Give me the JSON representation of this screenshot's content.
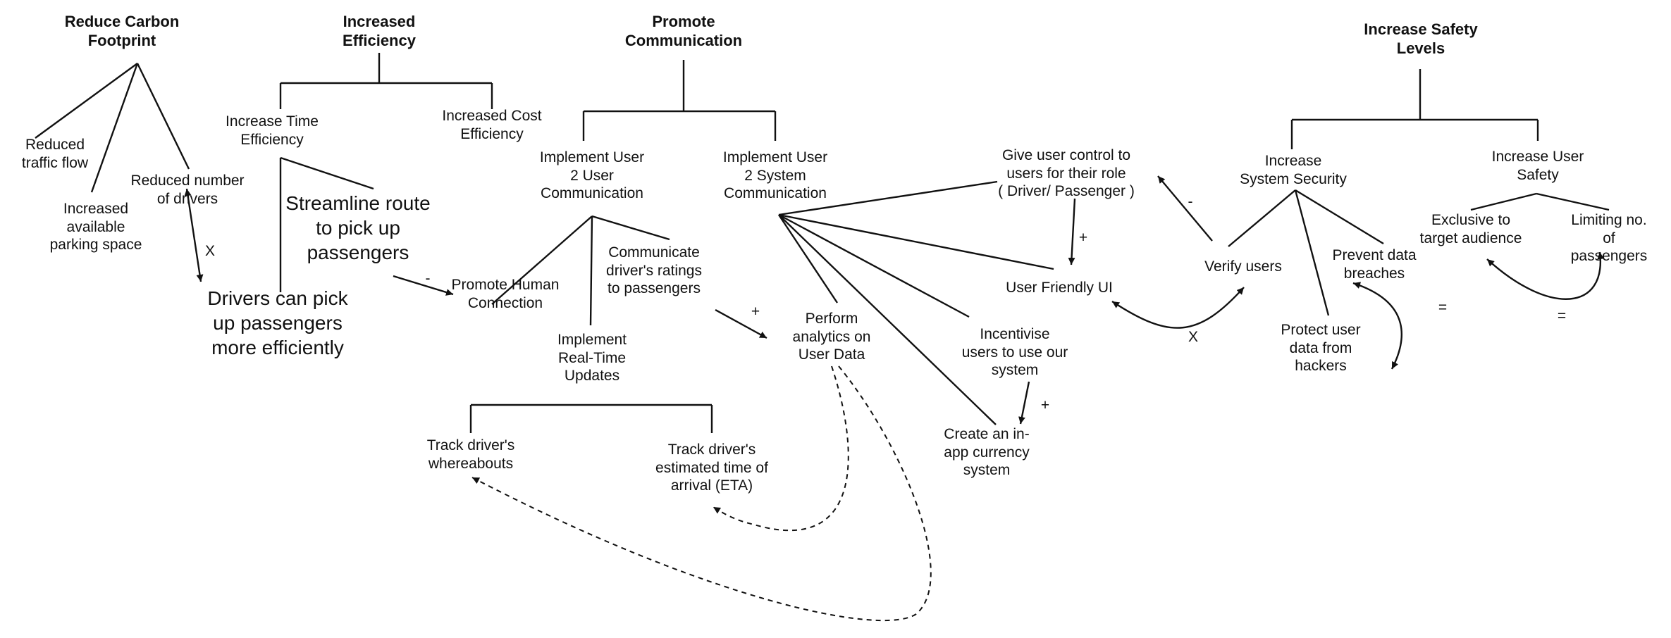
{
  "headings": {
    "carbon": "Reduce Carbon\nFootprint",
    "efficiency": "Increased\nEfficiency",
    "communication": "Promote\nCommunication",
    "safety": "Increase Safety\nLevels"
  },
  "carbon": {
    "traffic": "Reduced\ntraffic flow",
    "parking": "Increased\navailable\nparking space",
    "drivers": "Reduced number\nof drivers"
  },
  "efficiency": {
    "time": "Increase Time\nEfficiency",
    "cost": "Increased Cost\nEfficiency",
    "streamline": "Streamline route\nto pick up\npassengers",
    "pickup": "Drivers can pick\nup passengers\nmore efficiently"
  },
  "communication": {
    "u2u": "Implement User\n2 User\nCommunication",
    "u2s": "Implement User\n2 System\nCommunication",
    "human": "Promote Human\nConnection",
    "ratings": "Communicate\ndriver's ratings\nto passengers",
    "realtime": "Implement\nReal-Time\nUpdates",
    "track": "Track driver's\nwhereabouts",
    "eta": "Track driver's\nestimated time of\narrival (ETA)",
    "analytics": "Perform\nanalytics on\nUser Data",
    "control": "Give user control to\nusers for their role\n( Driver/ Passenger )",
    "ui": "User Friendly UI",
    "incentive": "Incentivise\nusers to use our\nsystem",
    "currency": "Create an in-\napp currency\nsystem"
  },
  "safety": {
    "system": "Increase\nSystem Security",
    "user": "Increase User\nSafety",
    "verify": "Verify users",
    "breaches": "Prevent data\nbreaches",
    "hackers": "Protect user\ndata from\nhackers",
    "exclusive": "Exclusive to\ntarget audience",
    "limiting": "Limiting no. of\npassengers"
  },
  "relations": {
    "x_drivers": "X",
    "minus_streamline": "-",
    "plus_ratings": "+",
    "plus_control": "+",
    "plus_currency": "+",
    "minus_verify": "-",
    "x_ui": "X",
    "eq_breaches": "=",
    "eq_passengers": "="
  }
}
